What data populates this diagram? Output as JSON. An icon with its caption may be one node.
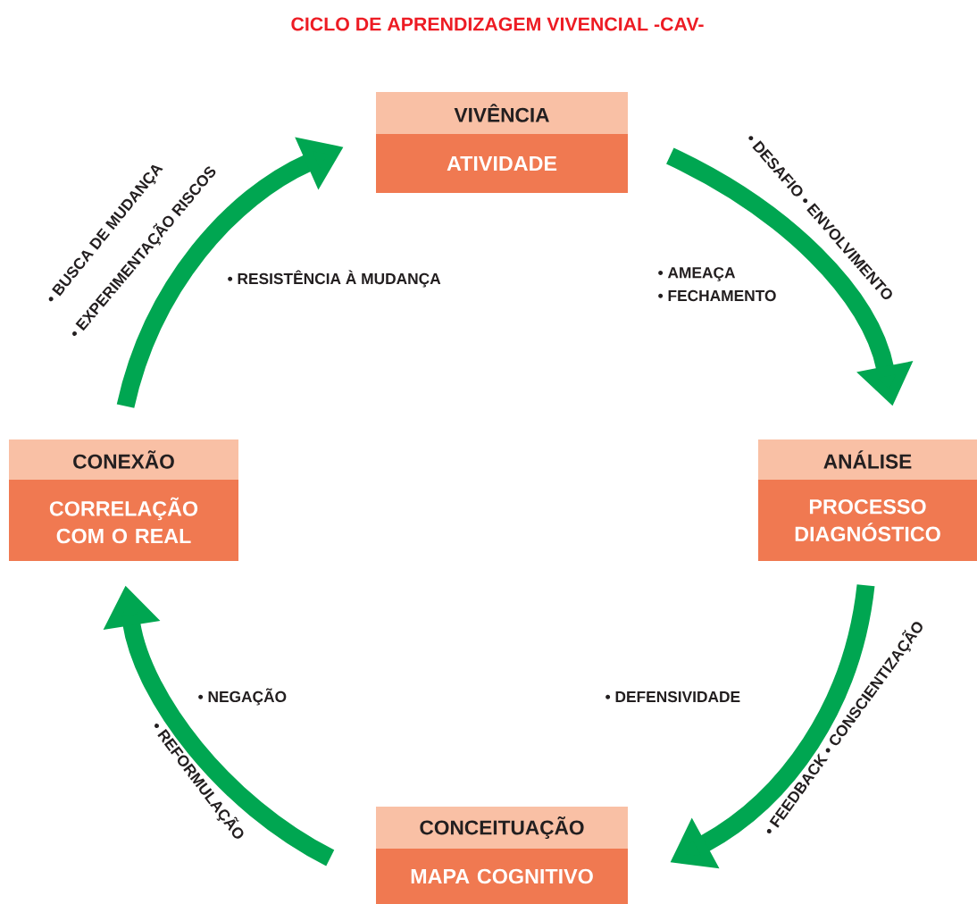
{
  "diagram": {
    "title": "CICLO DE APRENDIZAGEM VIVENCIAL -CAV-",
    "nodes": [
      {
        "text": [
          "VIVÊNCIA",
          "ATIVIDADE"
        ]
      },
      {
        "text": [
          "ANÁLISE",
          "PROCESSO DIAGNÓSTICO"
        ]
      },
      {
        "text": [
          "CONCEITUAÇÃO",
          "MAPA COGNITIVO"
        ]
      },
      {
        "text": [
          "CONEXÃO",
          "CORRELAÇÃO COM O REAL"
        ]
      }
    ],
    "edges": [
      {
        "from": 0,
        "to": 1,
        "arrow": "to"
      },
      {
        "from": 1,
        "to": 2,
        "arrow": "to"
      },
      {
        "from": 2,
        "to": 3,
        "arrow": "to"
      },
      {
        "from": 3,
        "to": 0,
        "arrow": "to"
      }
    ],
    "labels": [
      "• BUSCA DE MUDANÇA",
      "• EXPERIMENTAÇÃO RISCOS",
      "• DESAFIO • ENVOLVIMENTO",
      "• RESISTÊNCIA À MUDANÇA",
      "• AMEAÇA",
      "• FECHAMENTO",
      "• NEGAÇÃO",
      "• DEFENSIVIDADE",
      "• REFORMULAÇÃO",
      "• FEEDBACK • CONSCIENTIZAÇÃO"
    ]
  }
}
